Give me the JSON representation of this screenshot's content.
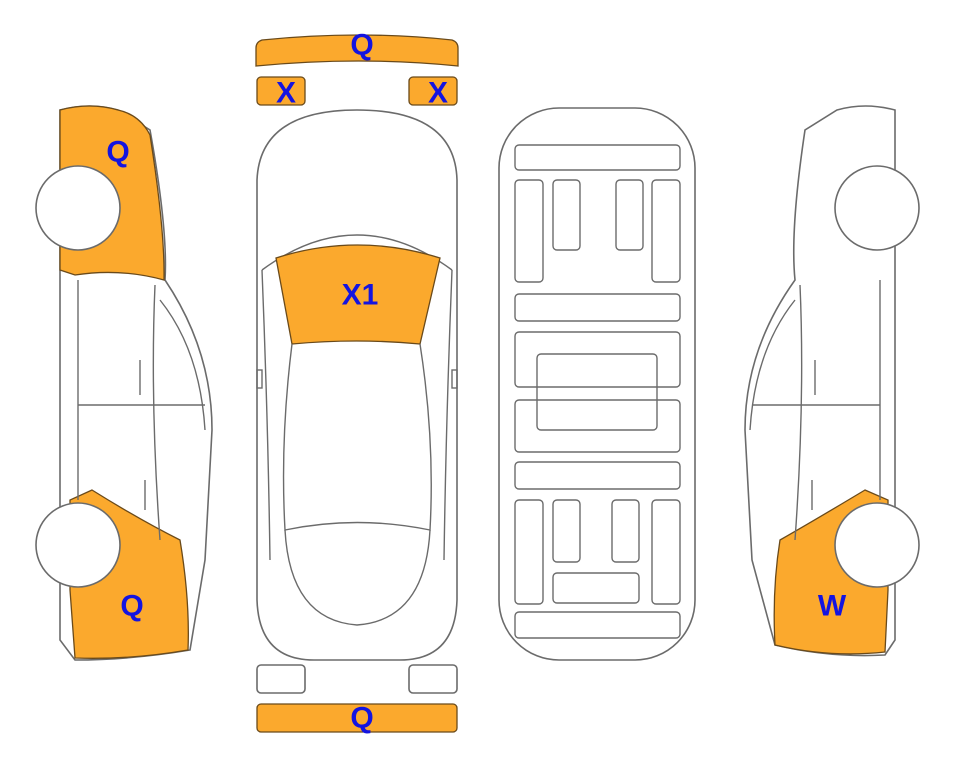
{
  "colors": {
    "damage_fill": "#FBA92D",
    "label_color": "#1414E0",
    "outline": "#6b6b6b"
  },
  "zones": {
    "front_bumper": {
      "label": "Q"
    },
    "headlight_left": {
      "label": "X"
    },
    "headlight_right": {
      "label": "X"
    },
    "windshield": {
      "label": "X1"
    },
    "rear_bumper": {
      "label": "Q"
    },
    "left_front_fender": {
      "label": "Q"
    },
    "left_rear_quarter": {
      "label": "Q"
    },
    "right_rear_quarter": {
      "label": "W"
    }
  }
}
